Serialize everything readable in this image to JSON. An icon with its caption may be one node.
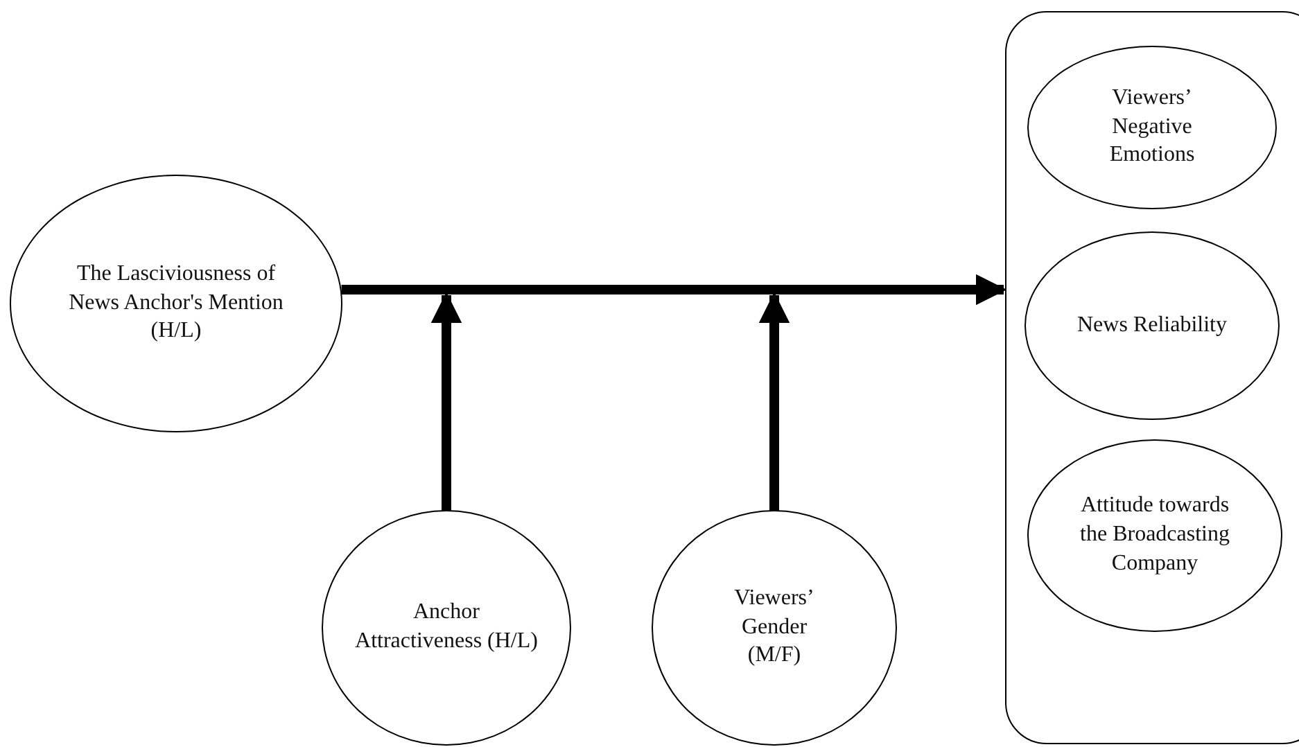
{
  "diagram": {
    "nodes": [
      {
        "text": [
          "The Lasciviousness of News Anchor's Mention (H/L)"
        ]
      },
      {
        "text": [],
        "shape": "box"
      },
      {
        "text": [
          "Viewers’ Negative Emotions"
        ],
        "in": 1
      },
      {
        "text": [
          "News Reliability"
        ],
        "in": 1
      },
      {
        "text": [
          "Attitude towards the Broadcasting Company"
        ],
        "in": 1
      },
      {
        "text": [
          "Anchor Attractiveness (H/L)"
        ]
      },
      {
        "text": [
          "Viewers’ Gender (M/F)"
        ]
      }
    ],
    "edges": [
      {
        "from": 0,
        "to": 1,
        "arrow": "to"
      },
      {
        "from": 5,
        "to": null,
        "arrow": "to"
      },
      {
        "from": 6,
        "to": null,
        "arrow": "to"
      }
    ]
  }
}
